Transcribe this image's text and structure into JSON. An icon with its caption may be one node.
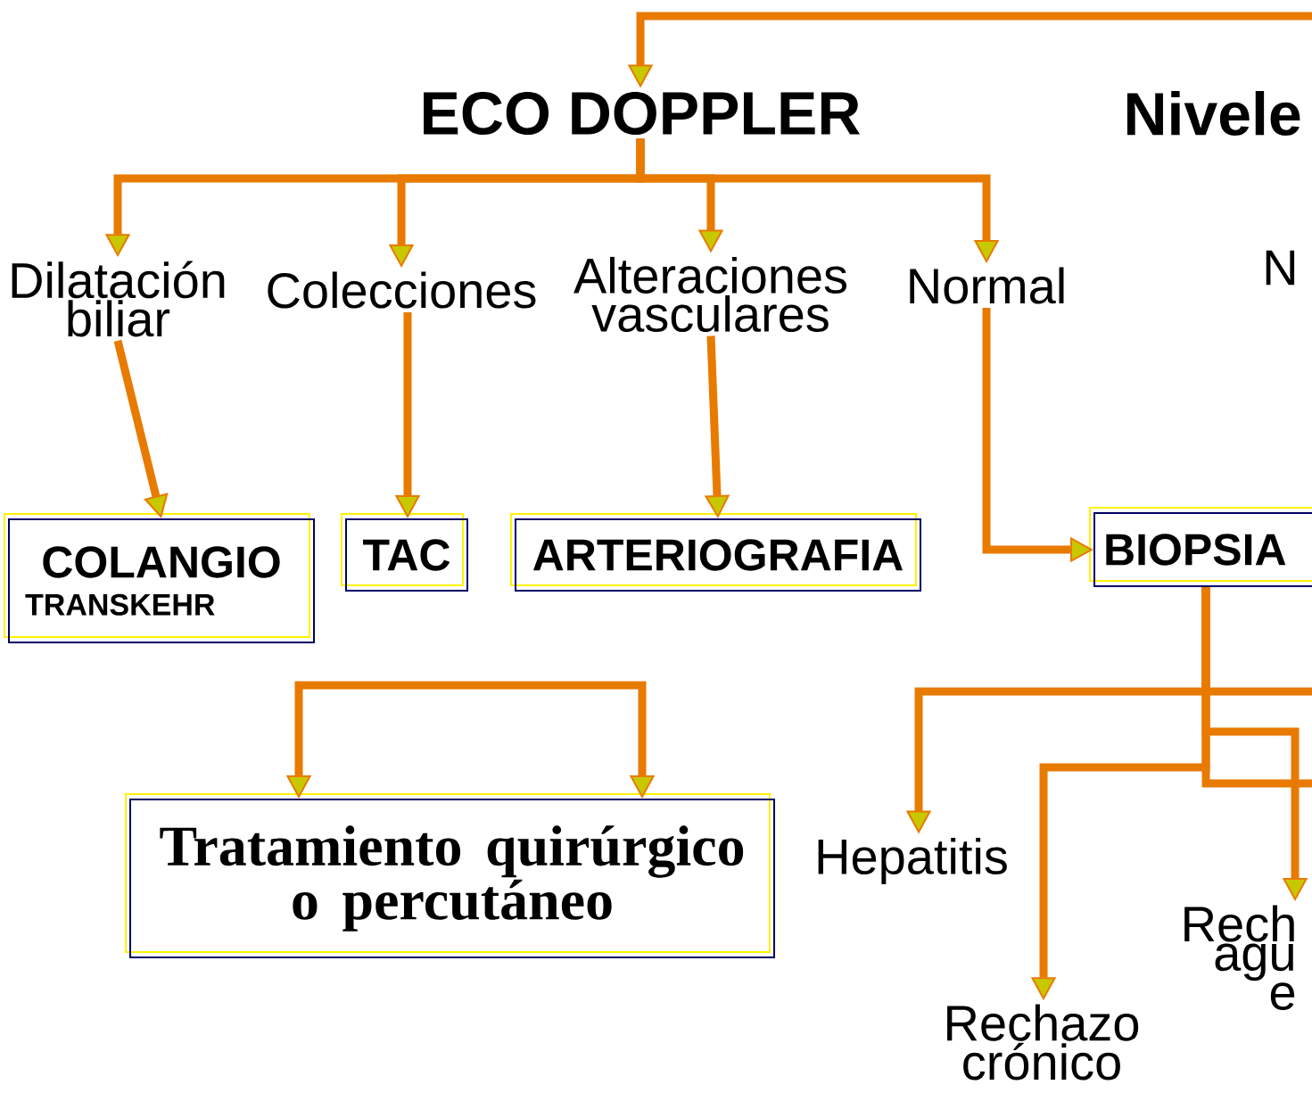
{
  "diagram": {
    "nodes": [
      {
        "text": [
          "ECO DOPPLER"
        ]
      },
      {
        "text": [
          "Dilatación biliar"
        ]
      },
      {
        "text": [
          "Colecciones"
        ]
      },
      {
        "text": [
          "Alteraciones vasculares"
        ]
      },
      {
        "text": [
          "Normal"
        ]
      },
      {
        "text": [
          "COLANGIO",
          "TRANSKEHR"
        ]
      },
      {
        "text": [
          "TAC"
        ]
      },
      {
        "text": [
          "ARTERIOGRAFIA"
        ]
      },
      {
        "text": [
          "BIOPSIA"
        ]
      },
      {
        "text": [
          "Tratamiento quirúrgico o percutáneo"
        ]
      },
      {
        "text": [
          "Hepatitis"
        ]
      },
      {
        "text": [
          "Rechazo crónico"
        ]
      },
      {
        "text": [
          "Rech agu e"
        ]
      }
    ],
    "edges": [
      {
        "from": null,
        "to": 0,
        "arrow": "to"
      },
      {
        "from": 0,
        "to": 1,
        "arrow": "to"
      },
      {
        "from": 0,
        "to": 2,
        "arrow": "to"
      },
      {
        "from": 0,
        "to": 3,
        "arrow": "to"
      },
      {
        "from": 0,
        "to": 4,
        "arrow": "to"
      },
      {
        "from": 1,
        "to": 5,
        "arrow": "to"
      },
      {
        "from": 2,
        "to": 6,
        "arrow": "to"
      },
      {
        "from": 3,
        "to": 7,
        "arrow": "to"
      },
      {
        "from": 4,
        "to": 8,
        "arrow": "to"
      },
      {
        "from": null,
        "to": 9,
        "arrow": "to"
      },
      {
        "from": null,
        "to": 9,
        "arrow": "to"
      },
      {
        "from": 8,
        "to": 10,
        "arrow": "to"
      },
      {
        "from": 8,
        "to": 11,
        "arrow": "to"
      },
      {
        "from": 8,
        "to": 12,
        "arrow": "to"
      },
      {
        "from": 8,
        "to": null,
        "arrow": "none"
      },
      {
        "from": 8,
        "to": null,
        "arrow": "none"
      }
    ],
    "labels": [
      "Nivele",
      "N"
    ]
  }
}
